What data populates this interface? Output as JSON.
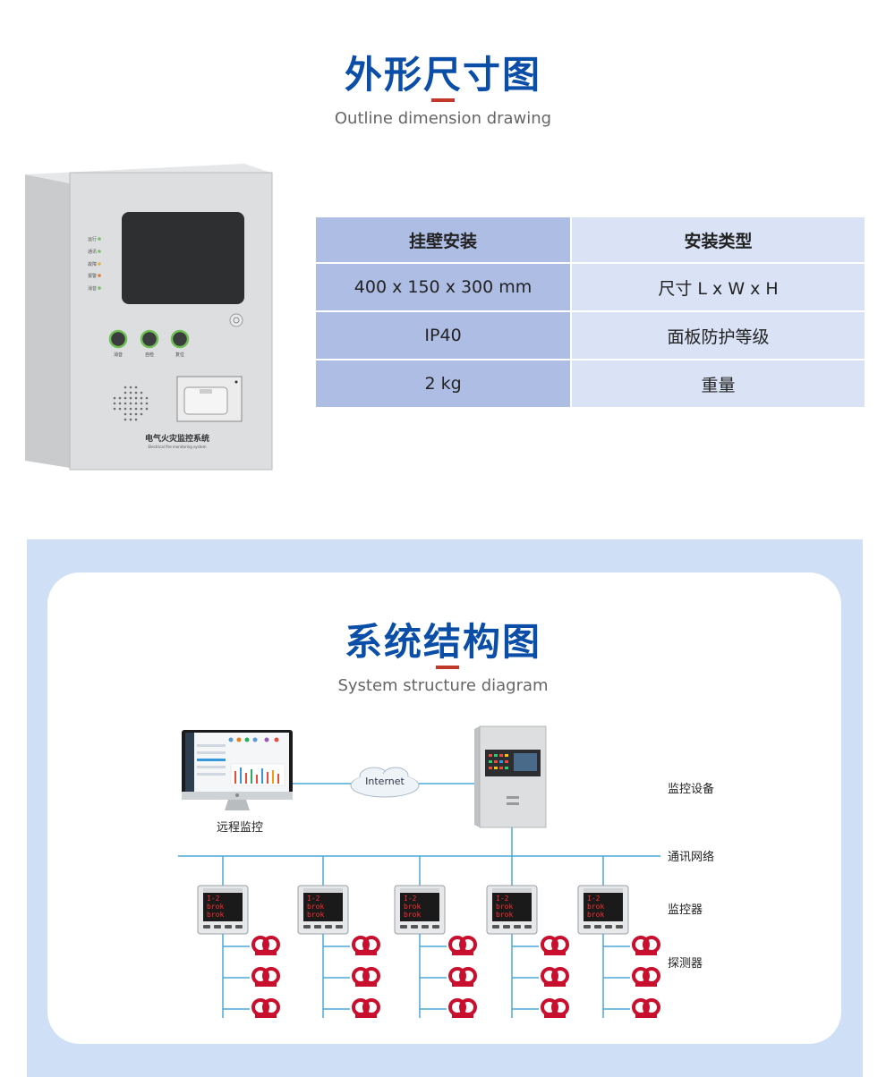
{
  "outline": {
    "title": "外形尺寸图",
    "subtitle": "Outline dimension drawing",
    "device": {
      "indicators": [
        "运行",
        "通讯",
        "故障",
        "报警",
        "消音"
      ],
      "buttons": [
        "消音",
        "自检",
        "复位"
      ],
      "brand_label": "电气火灾监控系统",
      "brand_sub": "Electrical fire monitoring system"
    }
  },
  "spec_table": {
    "rows": [
      {
        "value": "挂壁安装",
        "label": "安装类型"
      },
      {
        "value": "400 x 150 x 300 mm",
        "label": "尺寸 L x W x H"
      },
      {
        "value": "IP40",
        "label": "面板防护等级"
      },
      {
        "value": "2 kg",
        "label": "重量"
      }
    ]
  },
  "structure": {
    "title": "系统结构图",
    "subtitle": "System structure diagram",
    "remote_label": "远程监控",
    "internet_label": "Internet",
    "layer_labels": {
      "monitor_device": "监控设备",
      "network": "通讯网络",
      "monitor": "监控器",
      "detector": "探测器"
    },
    "monitor_screen": [
      "I-2",
      "brok",
      "brok"
    ]
  },
  "colors": {
    "title_blue": "#0a4ea8",
    "accent_red": "#c0392b",
    "table_dark": "#aebde4",
    "table_light": "#d9e3f5",
    "line_blue": "#4aa8d8",
    "sensor_red": "#c8102e"
  }
}
